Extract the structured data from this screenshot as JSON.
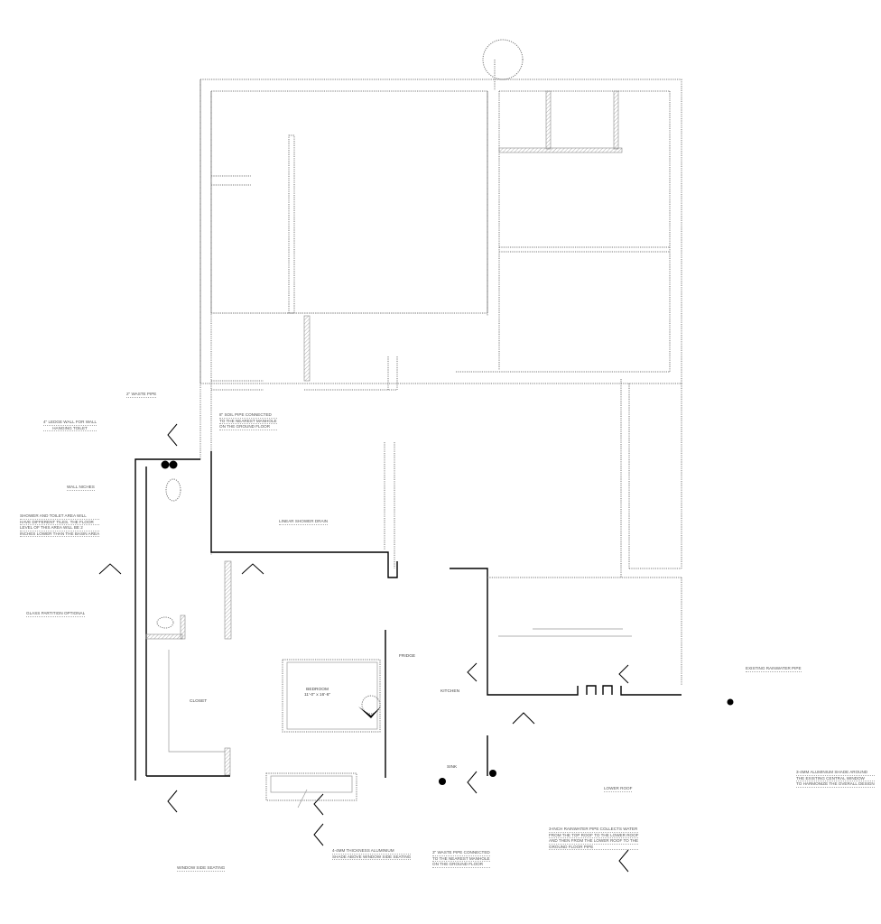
{
  "notes": {
    "waste_pipe_2in": "2\" WASTE PIPE",
    "ledge_wall": [
      "4\" LEDGE WALL FOR WALL",
      "HANGING TOILET"
    ],
    "wall_niches": "WALL NICHES",
    "shower_toilet": [
      "SHOWER AND TOILET AREA WILL",
      "HAVE DIFFERENT TILES. THE FLOOR",
      "LEVEL OF THIS AREA WILL BE 2",
      "INCHES LOWER THAN THE BASIN AREA"
    ],
    "glass_partition": "GLASS PARTITION OPTIONAL",
    "soil_pipe": [
      "8\" SOIL PIPE CONNECTED",
      "TO THE NEAREST MANHOLE",
      "ON THE GROUND FLOOR"
    ],
    "linear_drain": "LINEAR SHOWER DRAIN",
    "aluminium_shade_window": [
      "4-4MM THICKNESS ALUMINIUM",
      "SHADE ABOVE WINDOW SIDE SEATING"
    ],
    "window_seating": "WINDOW SIDE SEATING",
    "waste_pipe_3in": [
      "3\" WASTE PIPE CONNECTED",
      "TO THE NEAREST MANHOLE",
      "ON THE GROUND FLOOR"
    ],
    "existing_rainwater": "EXISTING RAINWATER PIPE",
    "central_window_shade": [
      "3-4MM ALUMINIUM SHADE AROUND",
      "THE EXISTING CENTRAL WINDOW",
      "TO HARMONIZE THE OVERALL DESIGN"
    ],
    "lower_roof": "LOWER ROOF",
    "rainwater_pipe_3in": [
      "3-INCH RAINWATER PIPE COLLECTS WATER",
      "FROM THE TOP ROOF TO THE LOWER ROOF",
      "AND THEN FROM THE LOWER ROOF TO THE",
      "GROUND FLOOR PIPE"
    ]
  },
  "rooms": {
    "fridge": "FRIDGE",
    "bedroom": "BEDROOM",
    "bedroom_size": "11'-0\" x 16'-6\"",
    "closet": "CLOSET",
    "kitchen": "KITCHEN",
    "sink": "SINK"
  }
}
